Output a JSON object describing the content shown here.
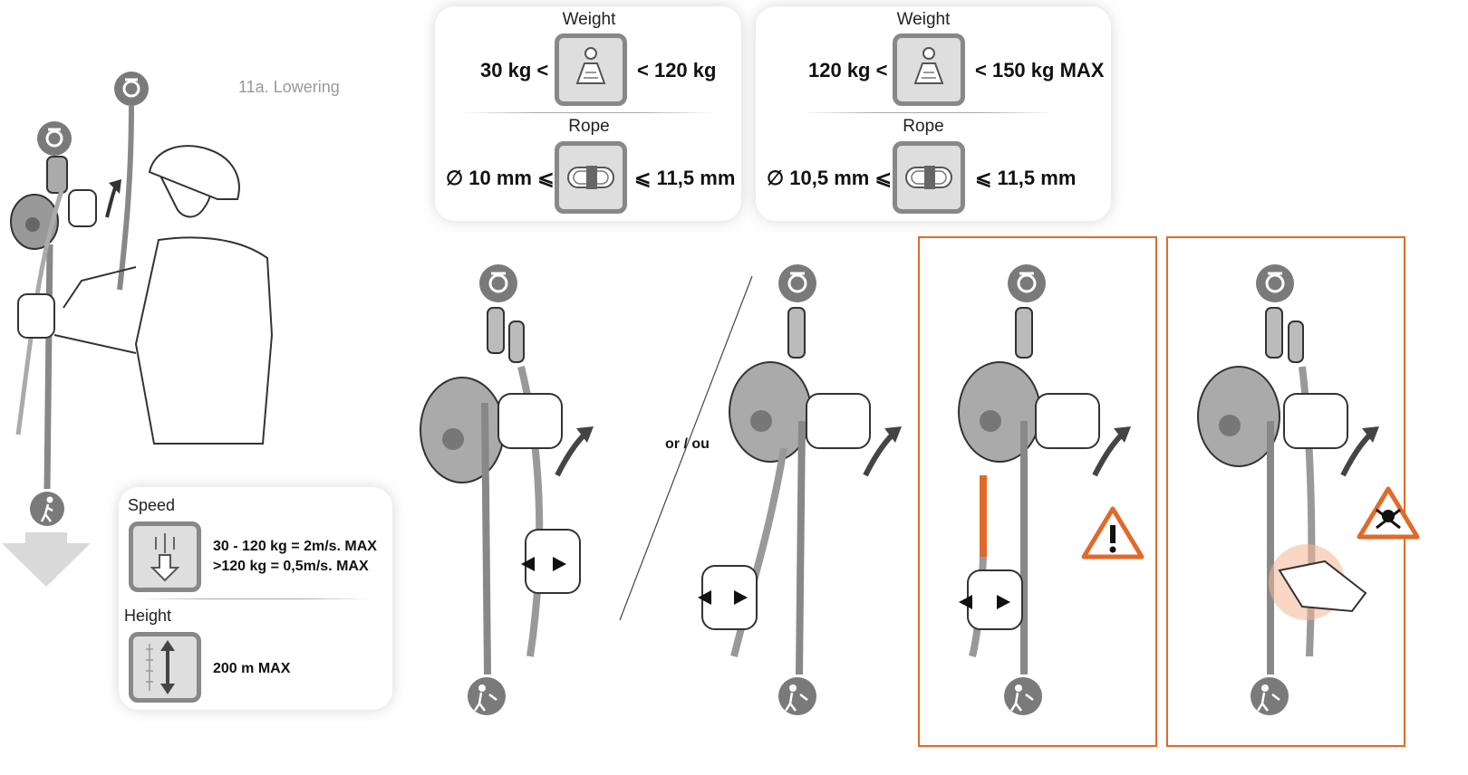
{
  "step": {
    "title": "11a. Lowering"
  },
  "specs": {
    "left": {
      "weight_label": "Weight",
      "weight_min": "30 kg <",
      "weight_max": "< 120 kg",
      "rope_label": "Rope",
      "rope_min": "∅ 10 mm ⩽",
      "rope_max": "⩽ 11,5 mm"
    },
    "right": {
      "weight_label": "Weight",
      "weight_min": "120 kg <",
      "weight_max": "< 150 kg MAX",
      "rope_label": "Rope",
      "rope_min": "∅ 10,5 mm ⩽",
      "rope_max": "⩽ 11,5 mm"
    }
  },
  "speed": {
    "label": "Speed",
    "line1": "30 - 120 kg = 2m/s. MAX",
    "line2": ">120 kg = 0,5m/s. MAX"
  },
  "height": {
    "label": "Height",
    "value": "200 m MAX"
  },
  "panels": {
    "or_label": "or / ou"
  },
  "colors": {
    "warning_orange": "#e06a2a",
    "icon_gray": "#7a7a7a",
    "icon_bg": "#dedede"
  },
  "icons": [
    "anchor-icon",
    "load-person-icon",
    "weight-icon",
    "rope-coil-icon",
    "speed-arrow-icon",
    "height-arrow-icon",
    "warning-icon",
    "danger-skull-icon",
    "lowering-arrow-icon"
  ]
}
